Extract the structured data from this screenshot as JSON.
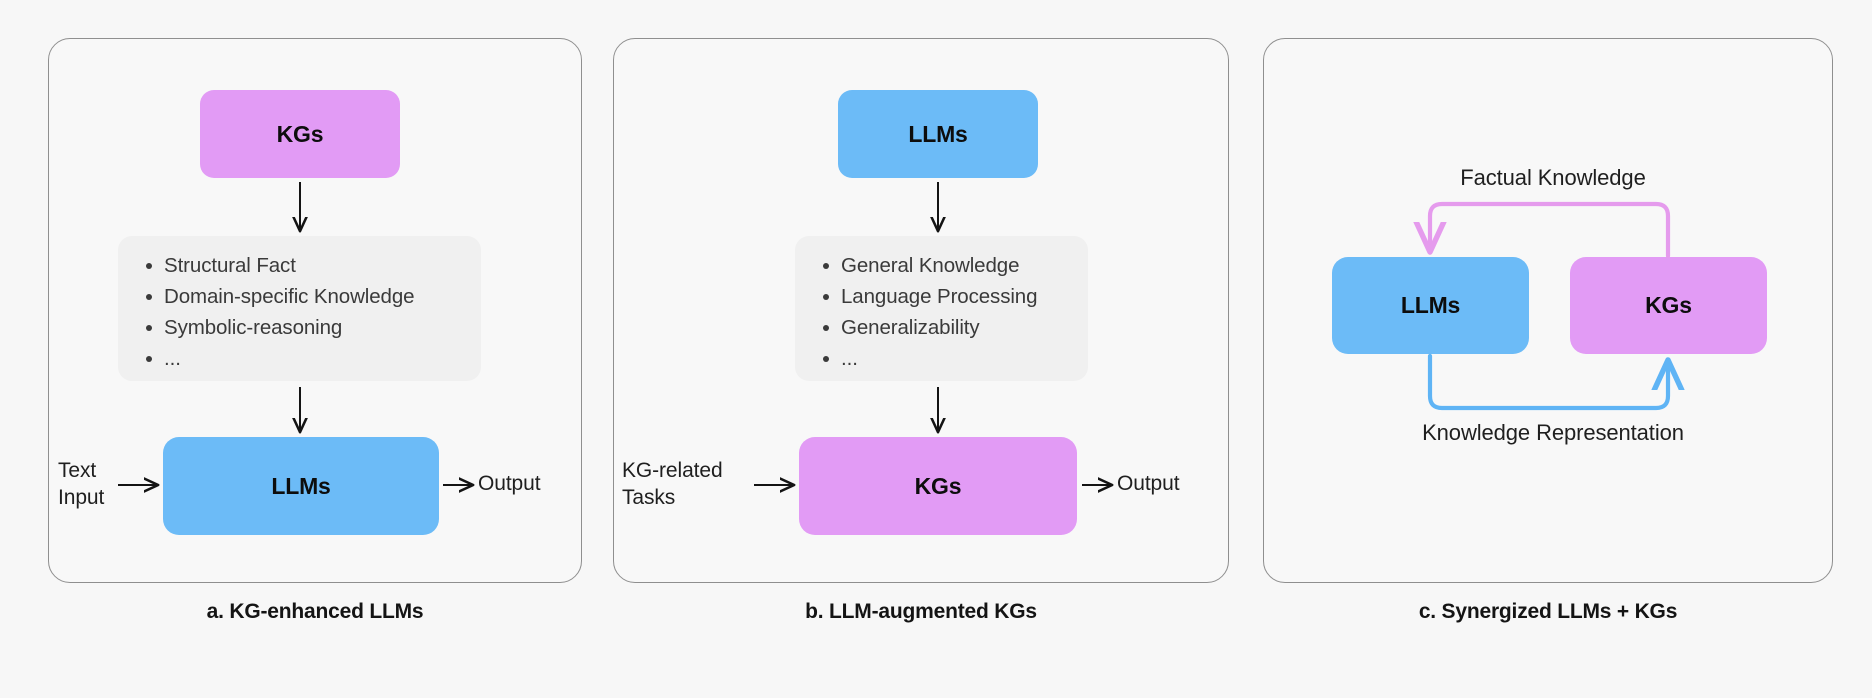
{
  "figure": {
    "background_color": "#f7f7f7",
    "colors": {
      "kg_fill": "#e29bf5",
      "llm_fill": "#6cbbf7",
      "bullet_card_fill": "#f0f0f0",
      "panel_border": "#8f8f8f",
      "arrow_dark": "#141414",
      "arrow_pink": "#e59bed",
      "arrow_blue": "#5fb4f5"
    }
  },
  "panels": {
    "a": {
      "caption": "a. KG-enhanced LLMs",
      "top_node": "KGs",
      "bottom_node": "LLMs",
      "input_label_line1": "Text",
      "input_label_line2": "Input",
      "output_label": "Output",
      "bullets": [
        "Structural Fact",
        "Domain-specific Knowledge",
        "Symbolic-reasoning",
        "..."
      ]
    },
    "b": {
      "caption": "b. LLM-augmented KGs",
      "top_node": "LLMs",
      "bottom_node": "KGs",
      "input_label_line1": "KG-related",
      "input_label_line2": "Tasks",
      "output_label": "Output",
      "bullets": [
        "General Knowledge",
        "Language Processing",
        "Generalizability",
        "..."
      ]
    },
    "c": {
      "caption": "c. Synergized LLMs + KGs",
      "left_node": "LLMs",
      "right_node": "KGs",
      "top_edge_label": "Factual Knowledge",
      "bottom_edge_label": "Knowledge Representation"
    }
  }
}
